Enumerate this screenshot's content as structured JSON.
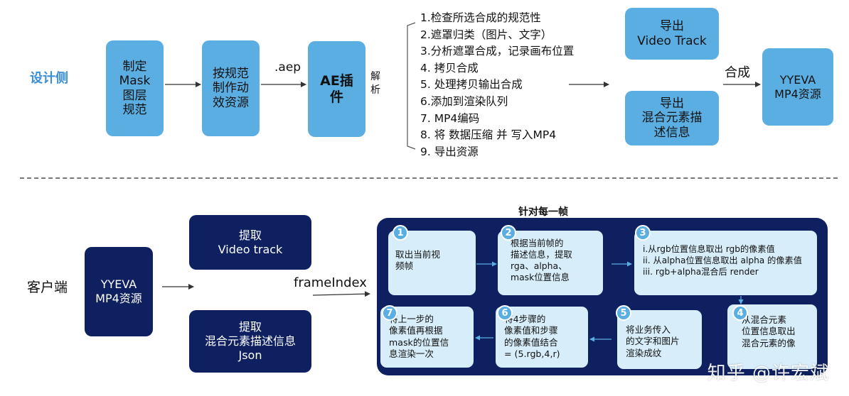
{
  "designer": {
    "side_label": "设计侧",
    "box_mask_spec": "制定\nMask\n图层\n规范",
    "box_make_assets": "按规范\n制作动\n效资源",
    "label_aep": ".aep",
    "box_ae_plugin": "AE插\n件",
    "label_parse": "解\n析",
    "steps": [
      "1.检查所选合成的规范性",
      "2.遮罩归类（图片、文字）",
      "3.分析遮罩合成，记录画布位置",
      "4. 拷贝合成",
      "5. 处理拷贝输出合成",
      "6.添加到渲染队列",
      "7. MP4编码",
      "8. 将 数据压缩 并 写入MP4",
      "9. 导出资源"
    ],
    "box_export_video": "导出\nVideo Track",
    "box_export_mixed": "导出\n混合元素描\n述信息",
    "label_compose": "合成",
    "box_output": "YYEVA\nMP4资源"
  },
  "client": {
    "side_label": "客户端",
    "box_input": "YYEVA\nMP4资源",
    "box_extract_video": "提取\nVideo track",
    "box_extract_json": "提取\n混合元素描述信息\nJson",
    "label_frame_index": "frameIndex",
    "frame_title": "针对每一帧",
    "frame_steps": [
      {
        "num": "1",
        "text": "取出当前视\n频帧"
      },
      {
        "num": "2",
        "text": "根据当前帧的\n描述信息，提取\nrga、alpha、\nmask位置信息"
      },
      {
        "num": "3",
        "text": "i.从rgb位置信息取出 rgb的像素值\nii. 从alpha位置信息取出 alpha 的像素值\niii. rgb+alpha混合后 render"
      },
      {
        "num": "4",
        "text": "从混合元素\n位置信息取出\n混合元素的像"
      },
      {
        "num": "5",
        "text": "将业务传入\n的文字和图片\n渲染成纹"
      },
      {
        "num": "6",
        "text": "将4步骤的\n像素值和步骤\n的像素值结合\n= (5.rgb,4,r)"
      },
      {
        "num": "7",
        "text": "将上一步的\n像素值再根据\nmask的位置信\n息渲染一次"
      }
    ]
  },
  "watermark": "知乎 @许宏斌",
  "colors": {
    "light_box": "#5aaee2",
    "dark_box": "#0f2060",
    "card": "#d7edf9",
    "side_label": "#3a8fd6"
  }
}
